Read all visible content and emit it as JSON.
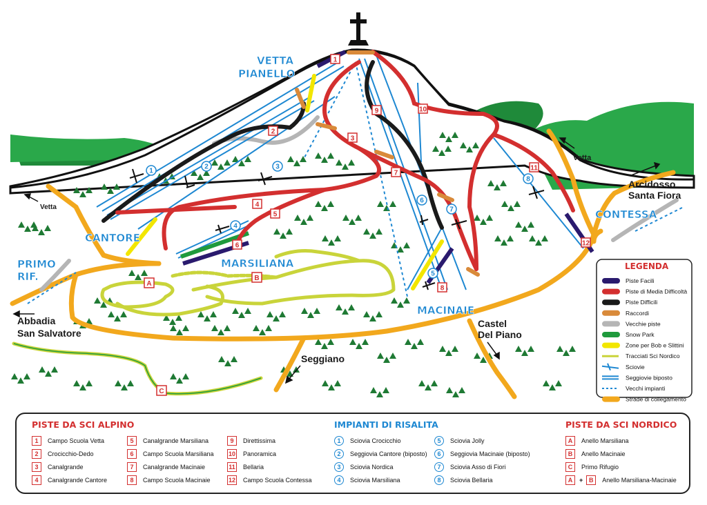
{
  "summit_label": [
    "VETTA",
    "PIANELLO"
  ],
  "areas": {
    "cantore": "CANTORE",
    "marsiliana": "MARSILIANA",
    "macinaie": "MACINAIE",
    "contessa": "CONTESSA",
    "primo_rif": [
      "PRIMO",
      "RIF."
    ]
  },
  "places": {
    "vetta_left": "Vetta",
    "vetta_right": "Vetta",
    "abbadia": [
      "Abbadia",
      "San Salvatore"
    ],
    "seggiano": "Seggiano",
    "castel": [
      "Castel",
      "Del Piano"
    ],
    "arcidosso": [
      "Arcidosso",
      "Santa Fiora"
    ]
  },
  "map_numbers": {
    "pistes": [
      "1",
      "2",
      "3",
      "4",
      "5",
      "6",
      "7",
      "8",
      "9",
      "10",
      "11",
      "12"
    ],
    "lifts": [
      "1",
      "2",
      "3",
      "4",
      "5",
      "6",
      "7",
      "8"
    ],
    "nordic": [
      "A",
      "B",
      "C"
    ]
  },
  "legend": {
    "title": "LEGENDA",
    "colors": {
      "facili": "#2a1a6e",
      "media": "#d32f2f",
      "difficili": "#1a1a1a",
      "raccordi": "#d98a3a",
      "vecchie": "#b5b5b5",
      "snowpark": "#1f9a3c",
      "bob": "#f2e600",
      "nordico": "#c9d43a",
      "vecchi_impianti": "#1e88d2",
      "strade": "#f2a81d"
    },
    "items": [
      {
        "key": "facili",
        "label": "Piste Facili"
      },
      {
        "key": "media",
        "label": "Piste di Media Difficoltà"
      },
      {
        "key": "difficili",
        "label": "Piste Difficili"
      },
      {
        "key": "raccordi",
        "label": "Raccordi"
      },
      {
        "key": "vecchie",
        "label": "Vecchie piste"
      },
      {
        "key": "snowpark",
        "label": "Snow Park"
      },
      {
        "key": "bob",
        "label": "Zone per Bob e Slittini"
      },
      {
        "key": "nordico",
        "label": "Tracciati Sci Nordico"
      },
      {
        "key": "sciovie",
        "label": "Sciovie"
      },
      {
        "key": "seggiovie",
        "label": "Seggiovie biposto"
      },
      {
        "key": "vecchi_impianti",
        "label": "Vecchi impianti"
      },
      {
        "key": "strade",
        "label": "Strade di collegamento"
      }
    ]
  },
  "key": {
    "alpine": {
      "title": "PISTE DA SCI ALPINO",
      "left": [
        {
          "n": "1",
          "name": "Campo Scuola Vetta"
        },
        {
          "n": "2",
          "name": "Crocicchio-Dedo"
        },
        {
          "n": "3",
          "name": "Canalgrande"
        },
        {
          "n": "4",
          "name": "Canalgrande Cantore"
        }
      ],
      "mid": [
        {
          "n": "5",
          "name": "Canalgrande Marsiliana"
        },
        {
          "n": "6",
          "name": "Campo Scuola Marsiliana"
        },
        {
          "n": "7",
          "name": "Canalgrande Macinaie"
        },
        {
          "n": "8",
          "name": "Campo Scuola Macinaie"
        }
      ],
      "right": [
        {
          "n": "9",
          "name": "Direttissima"
        },
        {
          "n": "10",
          "name": "Panoramica"
        },
        {
          "n": "11",
          "name": "Bellaria"
        },
        {
          "n": "12",
          "name": "Campo Scuola Contessa"
        }
      ]
    },
    "lifts": {
      "title": "IMPIANTI DI RISALITA",
      "left": [
        {
          "n": "1",
          "name": "Sciovia Crocicchio"
        },
        {
          "n": "2",
          "name": "Seggiovia Cantore (biposto)"
        },
        {
          "n": "3",
          "name": "Sciovia Nordica"
        },
        {
          "n": "4",
          "name": "Sciovia Marsiliana"
        }
      ],
      "right": [
        {
          "n": "5",
          "name": "Sciovia Jolly"
        },
        {
          "n": "6",
          "name": "Seggiovia Macinaie (biposto)"
        },
        {
          "n": "7",
          "name": "Sciovia Asso di Fiori"
        },
        {
          "n": "8",
          "name": "Sciovia Bellaria"
        }
      ]
    },
    "nordic": {
      "title": "PISTE DA SCI NORDICO",
      "items": [
        {
          "n": "A",
          "name": "Anello Marsiliana"
        },
        {
          "n": "B",
          "name": "Anello Macinaie"
        },
        {
          "n": "C",
          "name": "Primo Rifugio"
        }
      ],
      "combo": {
        "a": "A",
        "plus": "+",
        "b": "B",
        "name": "Anello Marsiliana-Macinaie"
      }
    }
  }
}
